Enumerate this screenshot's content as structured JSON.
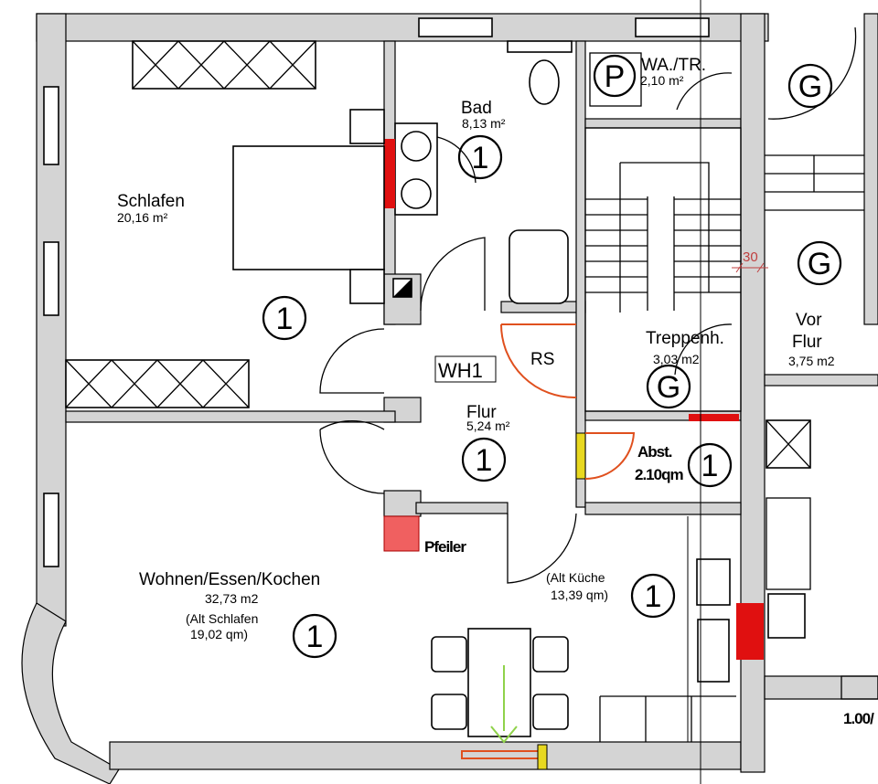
{
  "rooms": {
    "schlafen": {
      "name": "Schlafen",
      "area": "20,16 m²"
    },
    "bad": {
      "name": "Bad",
      "area": "8,13 m²"
    },
    "wa_tr": {
      "name": "WA./TR.",
      "area": "2,10 m²"
    },
    "treppenhaus": {
      "name": "Treppenh.",
      "area": "3,03 m2"
    },
    "vor_flur": {
      "name_line1": "Vor",
      "name_line2": "Flur",
      "area": "3,75 m2"
    },
    "flur": {
      "name": "Flur",
      "area": "5,24 m²"
    },
    "abstell": {
      "name": "Abst.",
      "area": "2.10qm"
    },
    "wohnen": {
      "name": "Wohnen/Essen/Kochen",
      "area": "32,73 m2",
      "note_line1": "(Alt Schlafen",
      "note_line2": "19,02 qm)"
    },
    "alt_kueche": {
      "note_line1": "(Alt Küche",
      "note_line2": "13,39 qm)"
    }
  },
  "labels": {
    "wh1": "WH1",
    "rs": "RS",
    "pfeiler": "Pfeiler",
    "dimension_30": "30",
    "dimension_window": "1.00/"
  },
  "markers": {
    "unit": "1",
    "shared": "G",
    "parking": "P"
  },
  "colors": {
    "wall": "#d4d4d4",
    "demolish": "#e01010",
    "new_opening": "#e8d820",
    "door_new": "#e0501e",
    "arrow": "#8fd24a"
  }
}
